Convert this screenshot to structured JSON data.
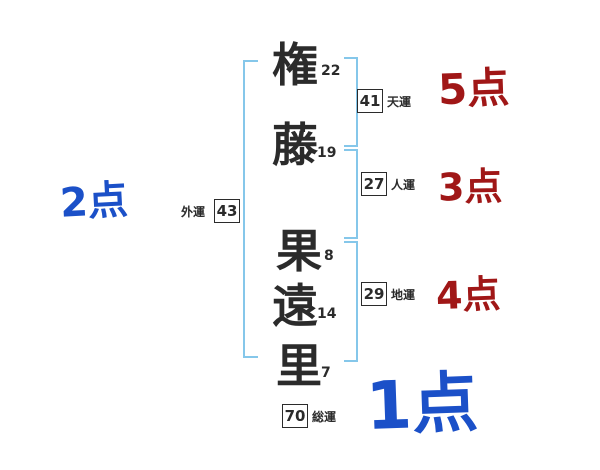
{
  "name_chars": [
    {
      "char": "権",
      "strokes": "22"
    },
    {
      "char": "藤",
      "strokes": "19"
    },
    {
      "char": "果",
      "strokes": "8"
    },
    {
      "char": "遠",
      "strokes": "14"
    },
    {
      "char": "里",
      "strokes": "7"
    }
  ],
  "fortunes": {
    "heaven": {
      "label": "天運",
      "value": "41",
      "score": "5点"
    },
    "person": {
      "label": "人運",
      "value": "27",
      "score": "3点"
    },
    "earth": {
      "label": "地運",
      "value": "29",
      "score": "4点"
    },
    "outer": {
      "label": "外運",
      "value": "43",
      "score": "2点"
    },
    "total": {
      "label": "総運",
      "value": "70",
      "score": "1点"
    }
  },
  "colors": {
    "bracket_blue": "#85c7ea",
    "score_red": "#a01717",
    "score_blue": "#1b50c8",
    "ink": "#2b2b2b"
  }
}
